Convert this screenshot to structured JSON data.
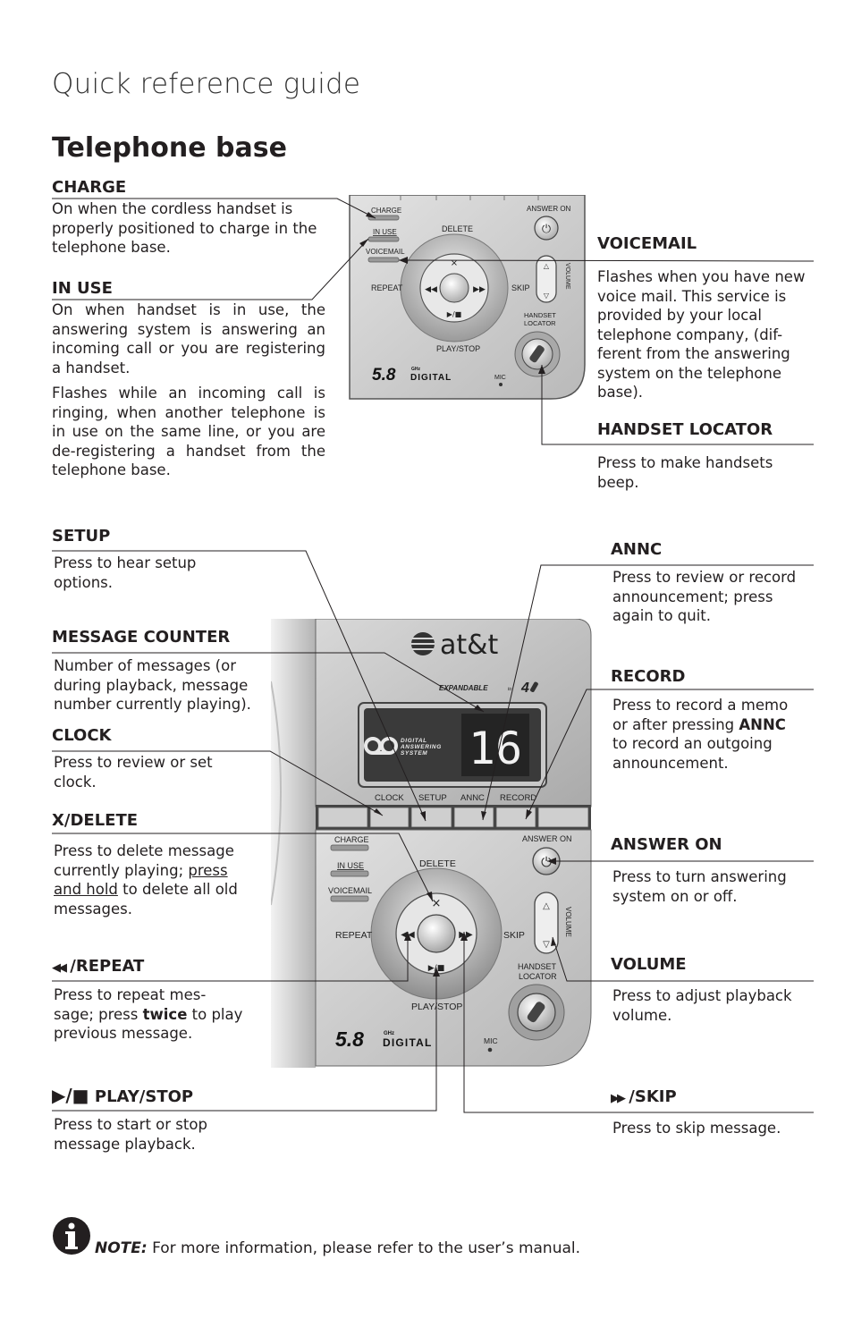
{
  "page": {
    "guide_title": "Quick reference guide",
    "section_title": "Telephone base"
  },
  "callouts": {
    "charge": {
      "label": "CHARGE",
      "text": "On when the cordless handset is properly positioned to charge in the telephone base."
    },
    "in_use": {
      "label": "IN USE",
      "text1": "On when handset is in use, the answering system is answering an incoming call or you are registering a handset.",
      "text2": "Flashes while an incoming call is ringing, when another telephone is in use on the same line, or you are de-registering a handset from the telephone base."
    },
    "voicemail": {
      "label": "VOICEMAIL",
      "text": "Flashes when you have new voice mail. This service is provided by your local telephone company, (dif-ferent from the answering system on the telephone base)."
    },
    "handset_locator": {
      "label": "HANDSET LOCATOR",
      "text": "Press to make handsets beep."
    },
    "setup": {
      "label": "SETUP",
      "text": "Press to hear setup options."
    },
    "annc": {
      "label": "ANNC",
      "text": "Press to review or record announcement; press again to quit."
    },
    "message_counter": {
      "label": "MESSAGE COUNTER",
      "text": "Number of messages (or during playback, message number currently playing)."
    },
    "record": {
      "label": "RECORD",
      "text_a": "Press to record a memo or after pressing ",
      "text_bold": "ANNC",
      "text_b": " to record an outgoing announcement."
    },
    "clock": {
      "label": "CLOCK",
      "text": "Press to review or set clock."
    },
    "x_delete": {
      "label": "X/DELETE",
      "text_a": "Press to delete message currently playing; ",
      "text_u": "press and hold",
      "text_b": " to delete all old messages."
    },
    "answer_on": {
      "label": "ANSWER ON",
      "text": "Press to turn answering system on or off."
    },
    "repeat": {
      "label": "/REPEAT",
      "text_a": "Press to repeat mes-sage; press ",
      "text_bold": "twice",
      "text_b": " to play previous message."
    },
    "volume": {
      "label": "VOLUME",
      "text": "Press to adjust playback volume."
    },
    "play_stop": {
      "label": "PLAY/STOP",
      "text": "Press to start or stop message playback."
    },
    "skip": {
      "label": "/SKIP",
      "text": "Press to skip message."
    }
  },
  "device_top": {
    "charge": "CHARGE",
    "in_use": "IN USE",
    "voicemail": "VOICEMAIL",
    "delete": "DELETE",
    "answer_on": "ANSWER ON",
    "repeat": "REPEAT",
    "skip": "SKIP",
    "volume": "VOLUME",
    "handset": "HANDSET",
    "locator": "LOCATOR",
    "play_stop": "PLAY/STOP",
    "brand_num": "5.8",
    "brand_ghz": "GHz",
    "brand_word": "DIGITAL",
    "mic": "MIC"
  },
  "device_bottom": {
    "logo": "at&t",
    "expandable": "EXPANDABLE",
    "expandable_to": "to",
    "expandable_num": "4",
    "das1": "DIGITAL",
    "das2": "ANSWERING",
    "das3": "SYSTEM",
    "counter": "16",
    "clock": "CLOCK",
    "setup": "SETUP",
    "annc": "ANNC",
    "record": "RECORD",
    "charge": "CHARGE",
    "in_use": "IN USE",
    "voicemail": "VOICEMAIL",
    "delete": "DELETE",
    "answer_on": "ANSWER ON",
    "repeat": "REPEAT",
    "skip": "SKIP",
    "volume": "VOLUME",
    "handset": "HANDSET",
    "locator": "LOCATOR",
    "play_stop": "PLAY/STOP",
    "brand_num": "5.8",
    "brand_ghz": "GHz",
    "brand_word": "DIGITAL",
    "mic": "MIC"
  },
  "note": {
    "label": "NOTE:",
    "text": " For more information, please refer to the user’s manual."
  },
  "colors": {
    "text": "#231f20",
    "panel": "#c8c8c8",
    "display": "#3a3a3a"
  }
}
